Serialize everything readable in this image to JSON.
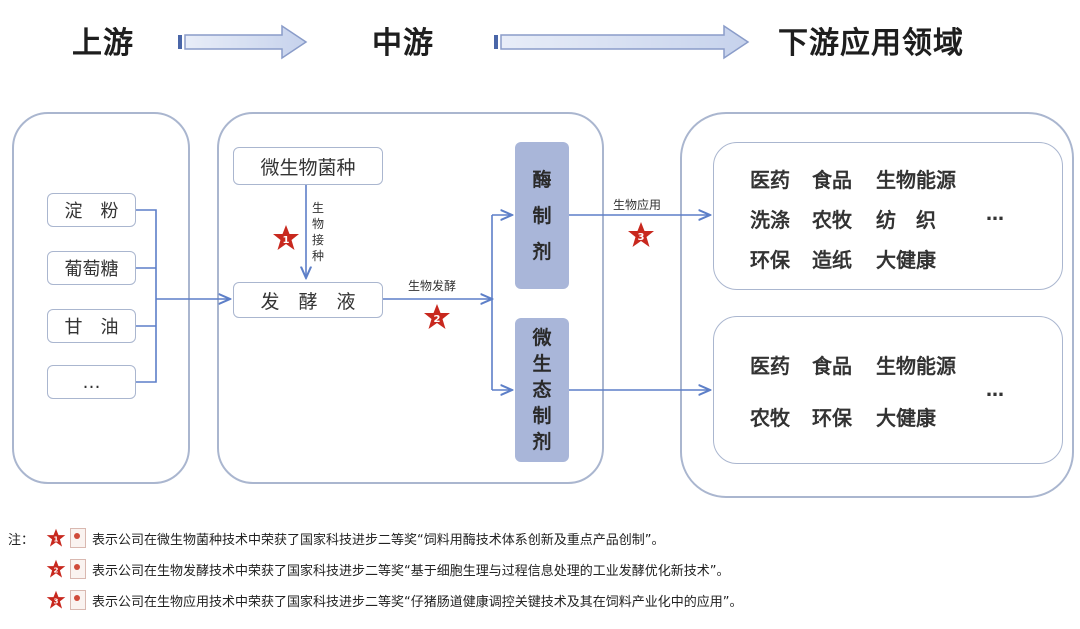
{
  "header": {
    "upstream": "上游",
    "midstream": "中游",
    "downstream": "下游应用领域"
  },
  "upstream": {
    "items": [
      "淀　粉",
      "葡萄糖",
      "甘　油",
      "…"
    ]
  },
  "midstream": {
    "strain": "微生物菌种",
    "inoculation_label": [
      "生",
      "物",
      "接",
      "种"
    ],
    "broth": "发　酵　液",
    "fermentation_label": "生物发酵",
    "enzyme_bar": [
      "酶",
      "制",
      "剂"
    ],
    "ecological_bar": [
      "微",
      "生",
      "态",
      "制",
      "剂"
    ]
  },
  "application_label": "生物应用",
  "downstream": {
    "enzyme_fields": [
      [
        "医药",
        "食品",
        "生物能源"
      ],
      [
        "洗涤",
        "农牧",
        "纺　织"
      ],
      [
        "环保",
        "造纸",
        "大健康"
      ]
    ],
    "enzyme_more": "…",
    "eco_fields": [
      [
        "医药",
        "食品",
        "生物能源"
      ],
      [
        "农牧",
        "环保",
        "大健康"
      ]
    ],
    "eco_more": "…"
  },
  "stars": [
    "1",
    "2",
    "3"
  ],
  "legend": {
    "prefix": "注：",
    "notes": [
      "表示公司在微生物菌种技术中荣获了国家科技进步二等奖“饲料用酶技术体系创新及重点产品创制”。",
      "表示公司在生物发酵技术中荣获了国家科技进步二等奖“基于细胞生理与过程信息处理的工业发酵优化新技术”。",
      "表示公司在生物应用技术中荣获了国家科技进步二等奖“仔猪肠道健康调控关键技术及其在饲料产业化中的应用”。"
    ]
  },
  "colors": {
    "border": "#aab6cf",
    "bar": "#a9b6d9",
    "arrow": "#5d7fc8",
    "star": "#c8281e"
  }
}
